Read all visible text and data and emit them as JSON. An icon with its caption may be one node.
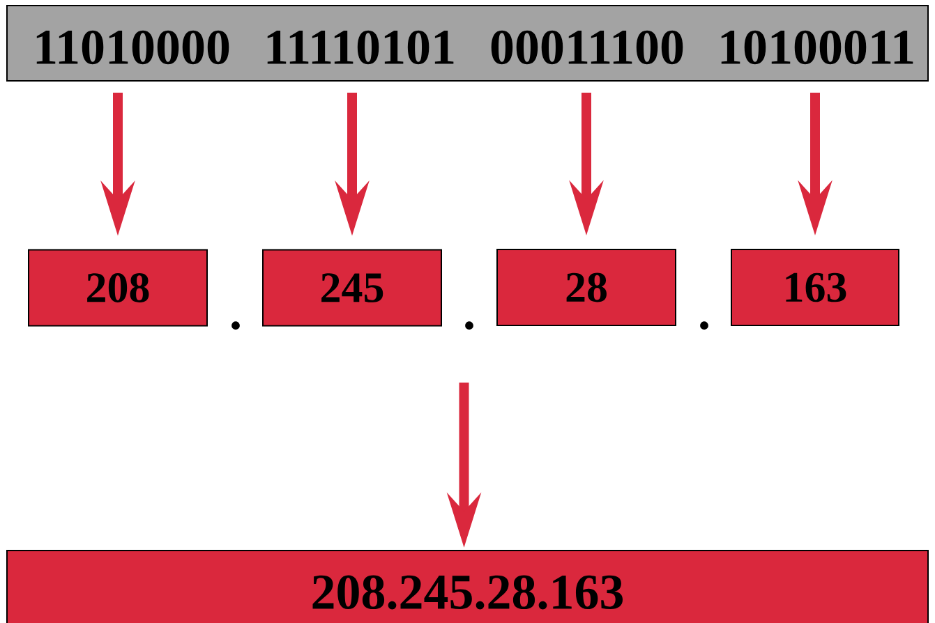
{
  "diagram": {
    "nodes": [
      {
        "text": [],
        "shape": "bar"
      },
      {
        "text": [
          "11010000"
        ],
        "in": 0
      },
      {
        "text": [
          "11110101"
        ],
        "in": 0
      },
      {
        "text": [
          "00011100"
        ],
        "in": 0
      },
      {
        "text": [
          "10100011"
        ],
        "in": 0
      },
      {
        "text": [
          "208"
        ]
      },
      {
        "text": [
          "245"
        ]
      },
      {
        "text": [
          "28"
        ]
      },
      {
        "text": [
          "163"
        ]
      },
      {
        "text": [
          "208.245.28.163"
        ]
      }
    ],
    "edges": [
      {
        "from": 1,
        "to": 5,
        "arrow": "to"
      },
      {
        "from": 2,
        "to": 6,
        "arrow": "to"
      },
      {
        "from": 3,
        "to": 7,
        "arrow": "to"
      },
      {
        "from": 4,
        "to": 8,
        "arrow": "to"
      },
      {
        "from": null,
        "to": 9,
        "arrow": "to"
      }
    ],
    "labels": [
      ".",
      ".",
      "."
    ]
  }
}
